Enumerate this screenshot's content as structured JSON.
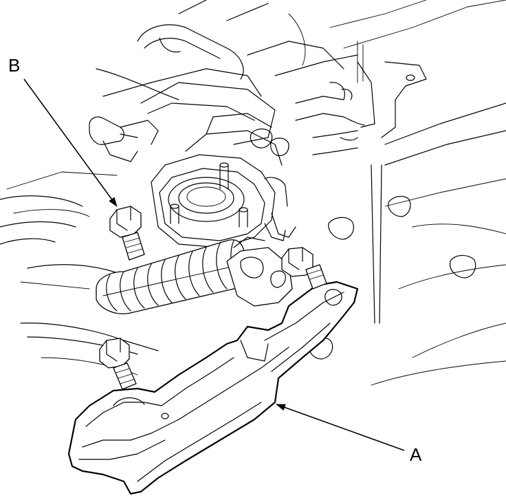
{
  "callouts": {
    "a": {
      "label": "A",
      "part": "splash-shield"
    },
    "b": {
      "label": "B",
      "part": "bolt"
    }
  },
  "colors": {
    "line": "#000000",
    "background": "#ffffff"
  }
}
